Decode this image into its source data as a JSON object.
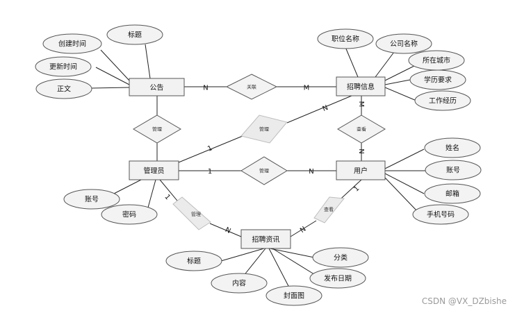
{
  "entities": {
    "announcement": "公告",
    "recruit_info": "招聘信息",
    "admin": "管理员",
    "user": "用户",
    "recruit_news": "招聘资讯"
  },
  "attributes": {
    "announcement": [
      "标题",
      "创建时间",
      "更新时间",
      "正文"
    ],
    "recruit_info": [
      "职位名称",
      "公司名称",
      "所在城市",
      "学历要求",
      "工作经历"
    ],
    "admin": [
      "账号",
      "密码"
    ],
    "user": [
      "姓名",
      "账号",
      "邮箱",
      "手机号码"
    ],
    "recruit_news": [
      "标题",
      "分类",
      "内容",
      "发布日期",
      "封面图"
    ]
  },
  "relationships": {
    "associate": "关联",
    "manage_announcement": "管理",
    "manage_recruit_info": "管理",
    "manage_user": "管理",
    "view_recruit_info": "查看",
    "manage_news": "管理",
    "view_news": "查看"
  },
  "cardinality": {
    "associate_left": "N",
    "associate_right": "M",
    "admin_recruit_info_left": "1",
    "admin_recruit_info_right": "N",
    "admin_user_left": "1",
    "admin_user_right": "N",
    "view_info_top": "M",
    "view_info_bottom": "N",
    "admin_news_left": "1",
    "admin_news_right": "N",
    "user_news_left": "N",
    "user_news_right": "1"
  },
  "watermark": "CSDN @VX_DZbishe"
}
